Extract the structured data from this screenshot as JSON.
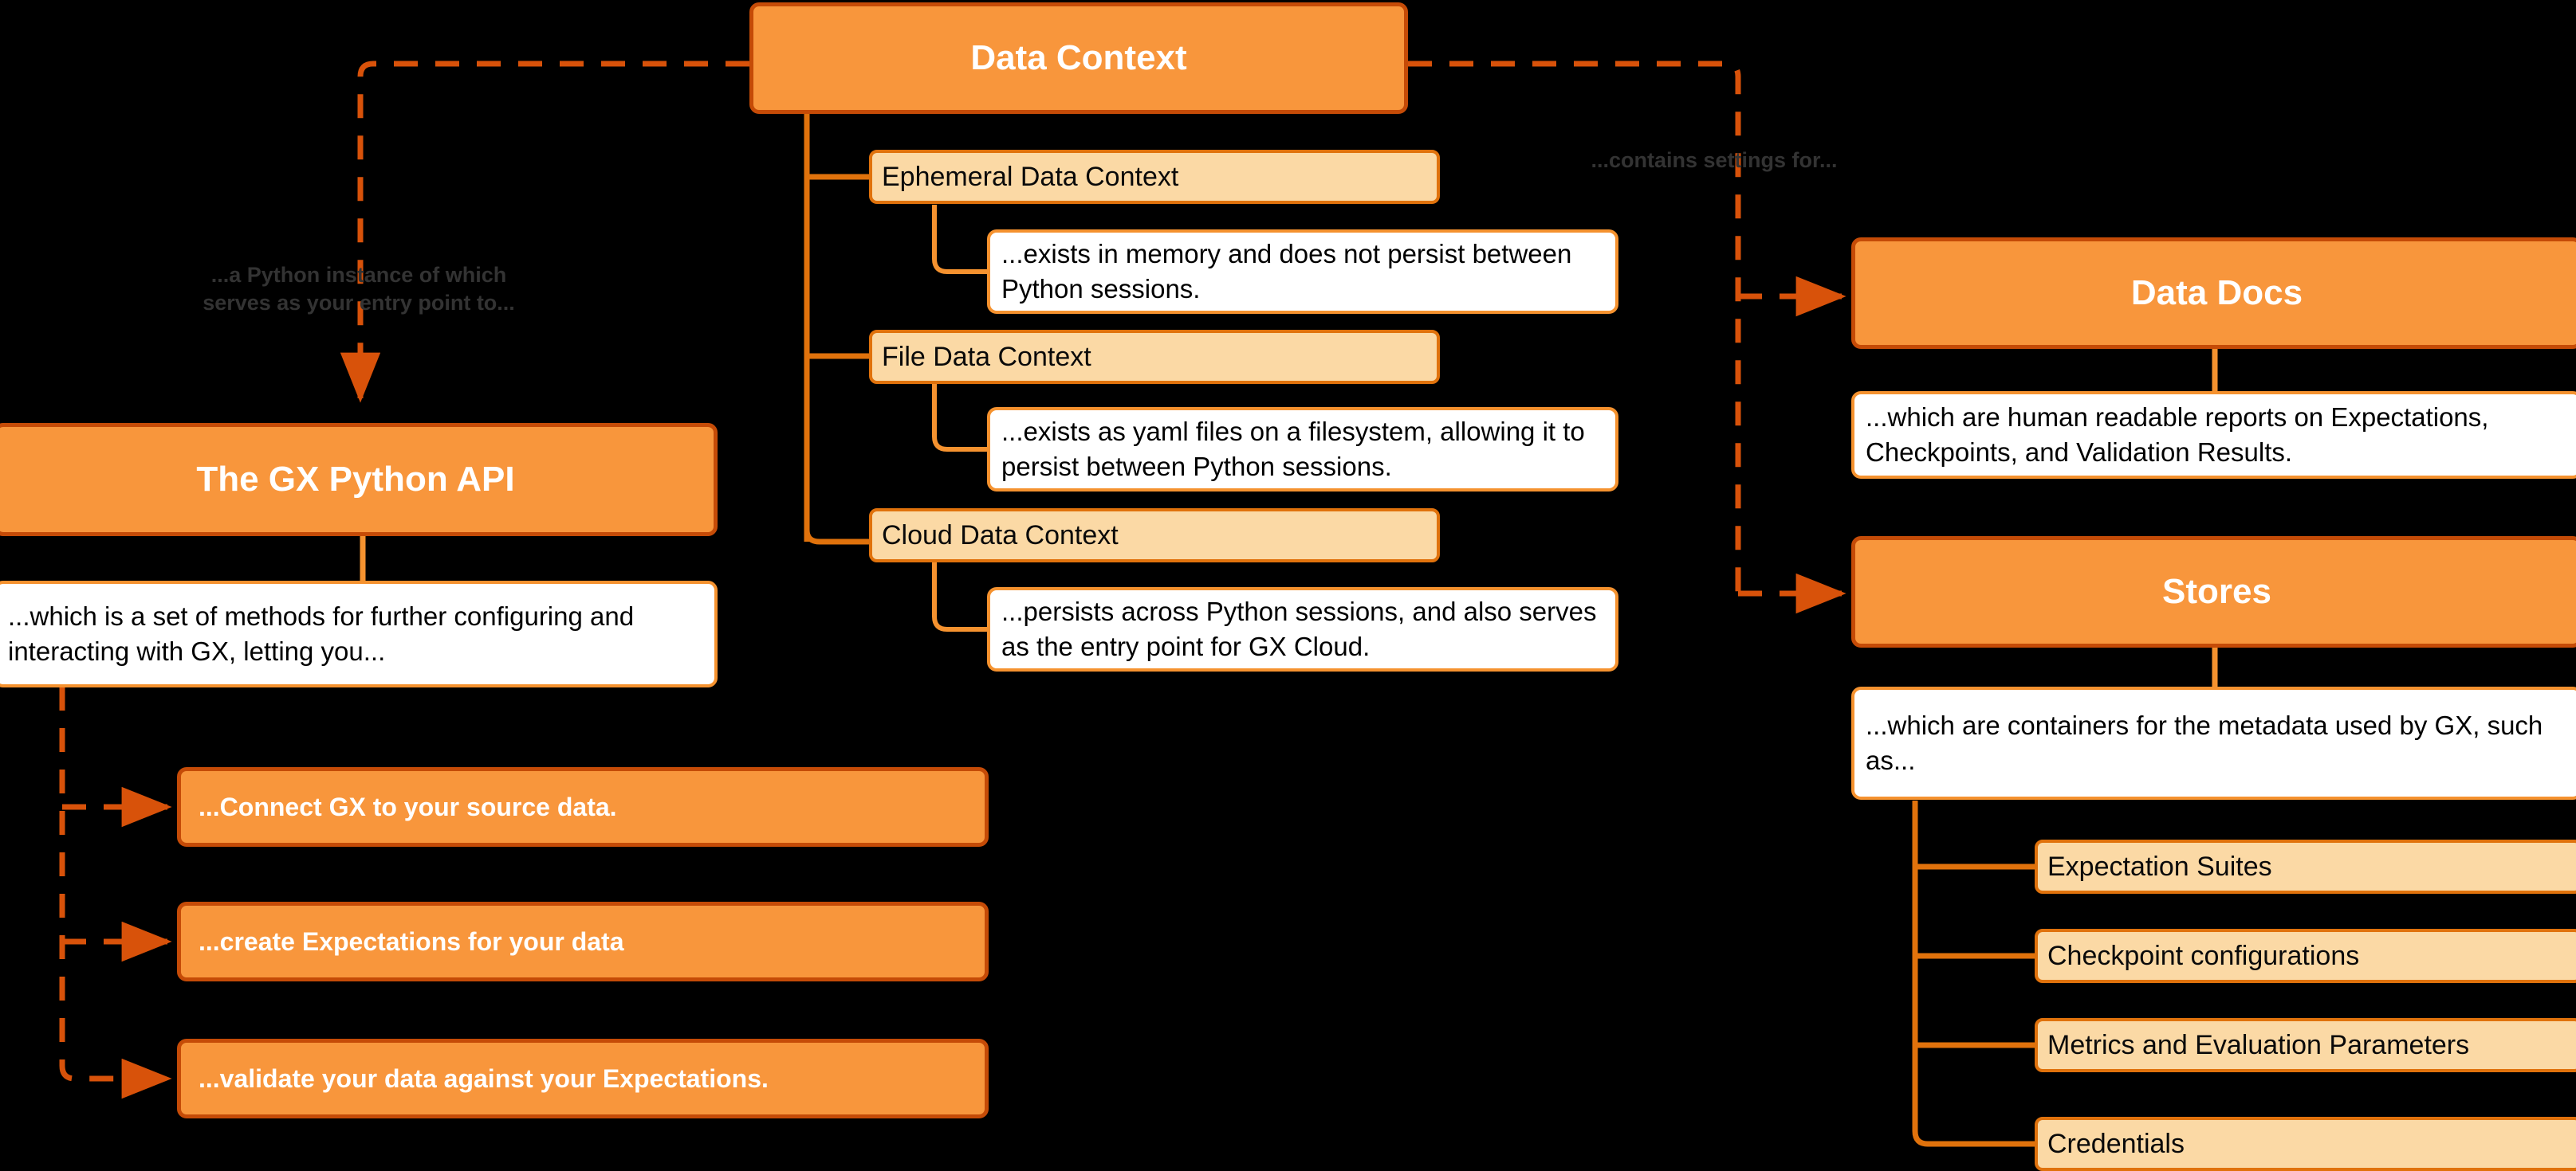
{
  "diagram": {
    "title": "Data Context",
    "background_color": "#000000",
    "palette": {
      "primary_fill": "#F8963C",
      "primary_border": "#C54B07",
      "primary_text": "#FFFFFF",
      "tan_fill": "#FBD9A5",
      "tan_border": "#E0720C",
      "white_fill": "#FFFFFF",
      "white_border": "#F5922F",
      "connector": "#E0720C",
      "dashed_connector": "#D8520A",
      "edge_label_text": "#333333"
    }
  },
  "nodes": {
    "data_context": "Data Context",
    "gx_python_api": "The GX Python API",
    "gx_python_api_desc": "...which is a set of methods for further configuring and interacting with GX, letting you...",
    "data_docs": "Data Docs",
    "data_docs_desc": "...which are human readable reports on Expectations, Checkpoints, and Validation Results.",
    "stores": "Stores",
    "stores_desc": "...which are containers for the metadata used by GX, such as...",
    "ephemeral": "Ephemeral Data Context",
    "ephemeral_desc": "...exists in memory and does not persist between Python sessions.",
    "file": "File Data Context",
    "file_desc": "...exists as yaml files on a filesystem, allowing it to persist between Python sessions.",
    "cloud": "Cloud Data Context",
    "cloud_desc": "...persists across Python sessions, and also serves as the entry point for GX Cloud."
  },
  "actions": {
    "connect": "...Connect GX to your source data.",
    "create": "...create Expectations for your data",
    "validate": "...validate your data against your Expectations."
  },
  "store_items": {
    "expectation_suites": "Expectation Suites",
    "checkpoint_configurations": "Checkpoint configurations",
    "metrics": "Metrics and Evaluation Parameters",
    "credentials": "Credentials"
  },
  "edge_labels": {
    "to_python_api": "...a Python instance of which\nserves as your entry point to...",
    "contains_settings": "...contains settings for..."
  }
}
